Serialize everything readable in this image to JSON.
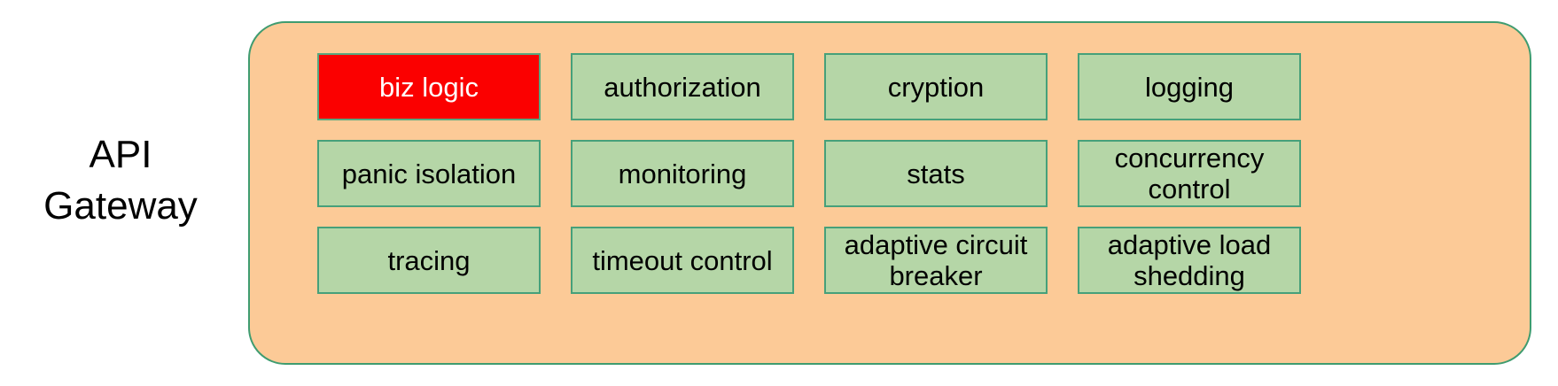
{
  "diagram": {
    "side_label": "API\nGateway",
    "container_name": "api-gateway-container",
    "colors": {
      "container_fill": "#fcca97",
      "container_border": "#3f9c70",
      "module_fill": "#b5d6a7",
      "module_border": "#46a07a",
      "highlight_fill": "#fb0000",
      "highlight_text": "#ffffff",
      "text": "#000000",
      "page_background": "#ffffff"
    },
    "grid": {
      "columns": 4,
      "rows": 3
    },
    "modules": [
      {
        "label": "biz logic",
        "highlighted": true
      },
      {
        "label": "authorization",
        "highlighted": false
      },
      {
        "label": "cryption",
        "highlighted": false
      },
      {
        "label": "logging",
        "highlighted": false
      },
      {
        "label": "panic isolation",
        "highlighted": false
      },
      {
        "label": "monitoring",
        "highlighted": false
      },
      {
        "label": "stats",
        "highlighted": false
      },
      {
        "label": "concurrency\ncontrol",
        "highlighted": false
      },
      {
        "label": "tracing",
        "highlighted": false
      },
      {
        "label": "timeout control",
        "highlighted": false
      },
      {
        "label": "adaptive circuit\nbreaker",
        "highlighted": false
      },
      {
        "label": "adaptive load\nshedding",
        "highlighted": false
      }
    ]
  }
}
